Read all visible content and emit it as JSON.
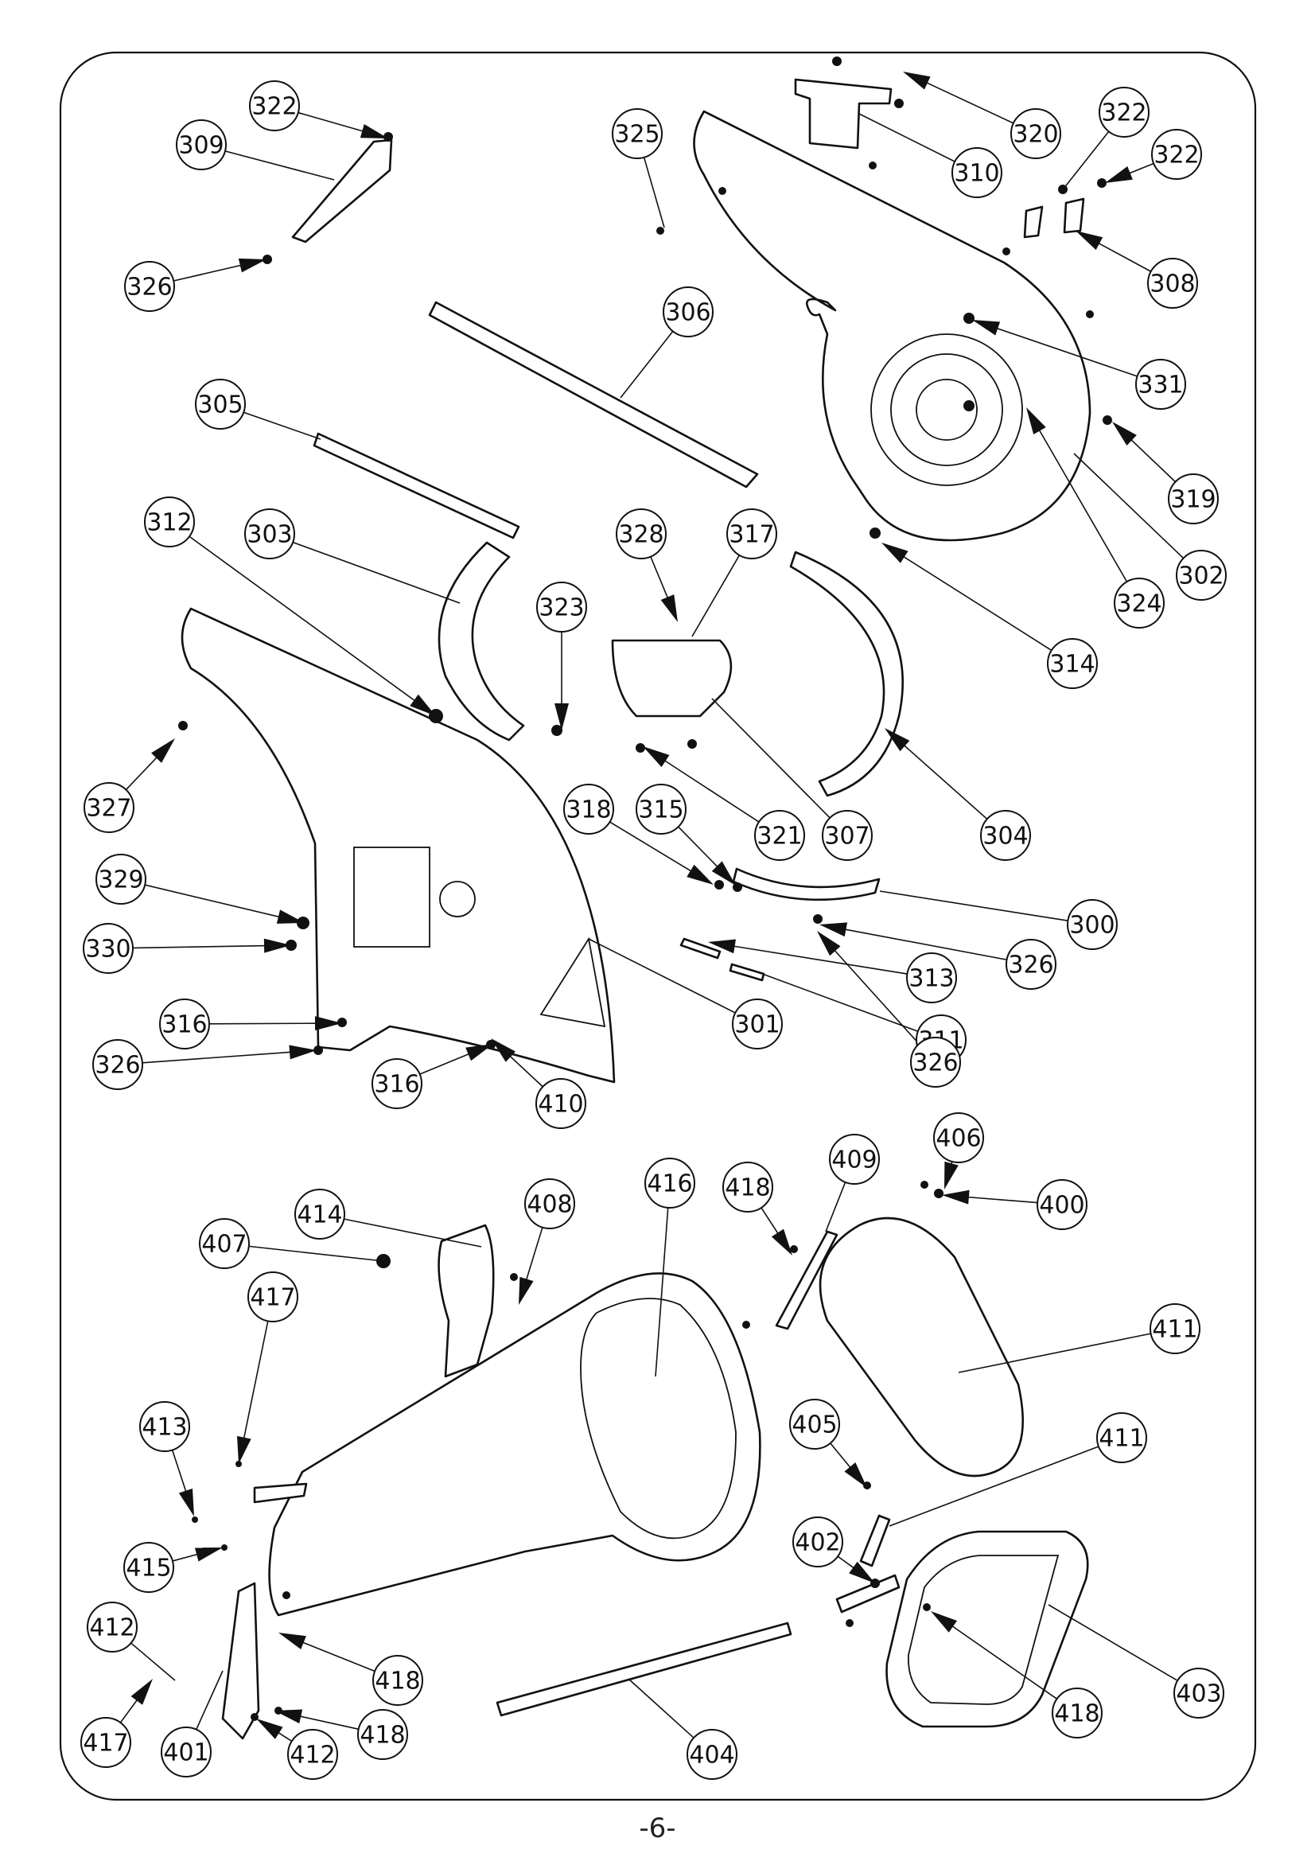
{
  "page": {
    "number_label": "-6-"
  },
  "callouts": [
    "322",
    "309",
    "326",
    "325",
    "320",
    "310",
    "322",
    "322",
    "308",
    "306",
    "331",
    "305",
    "319",
    "302",
    "324",
    "312",
    "303",
    "328",
    "317",
    "323",
    "314",
    "304",
    "327",
    "321",
    "307",
    "318",
    "315",
    "300",
    "329",
    "326",
    "330",
    "313",
    "311",
    "301",
    "316",
    "326",
    "326",
    "316",
    "410",
    "406",
    "409",
    "416",
    "418",
    "400",
    "414",
    "408",
    "407",
    "411",
    "417",
    "413",
    "405",
    "411",
    "415",
    "402",
    "412",
    "418",
    "403",
    "417",
    "401",
    "412",
    "418",
    "404",
    "418"
  ]
}
